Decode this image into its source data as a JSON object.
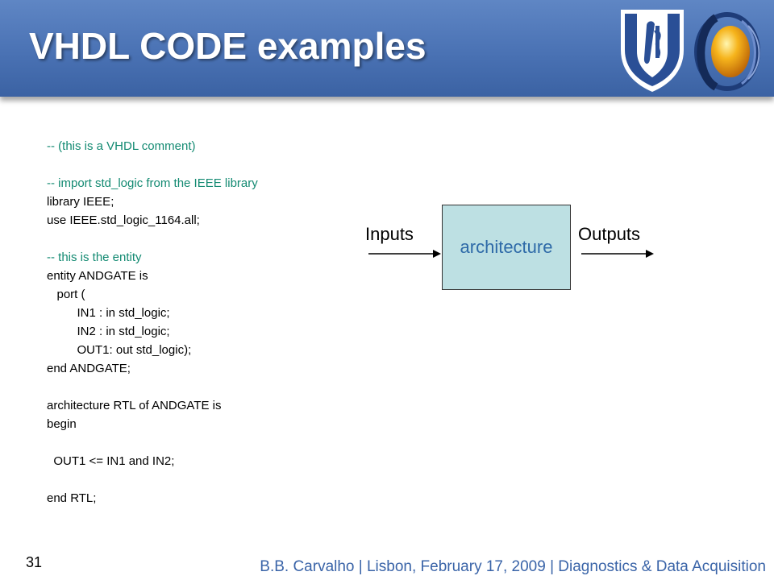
{
  "slide": {
    "title": "VHDL CODE examples",
    "number": "31",
    "footer": "B.B. Carvalho | Lisbon, February 17, 2009 | Diagnostics & Data Acquisition"
  },
  "code_lines": [
    {
      "text": "-- (this is a VHDL comment)",
      "type": "comment"
    },
    {
      "text": "",
      "type": "blank"
    },
    {
      "text": "-- import std_logic from the IEEE library",
      "type": "comment"
    },
    {
      "text": "library IEEE;",
      "type": "code"
    },
    {
      "text": "use IEEE.std_logic_1164.all;",
      "type": "code"
    },
    {
      "text": "",
      "type": "blank"
    },
    {
      "text": "-- this is the entity",
      "type": "comment"
    },
    {
      "text": "entity ANDGATE is",
      "type": "code"
    },
    {
      "text": "   port (",
      "type": "code"
    },
    {
      "text": "         IN1 : in std_logic;",
      "type": "code"
    },
    {
      "text": "         IN2 : in std_logic;",
      "type": "code"
    },
    {
      "text": "         OUT1: out std_logic);",
      "type": "code"
    },
    {
      "text": "end ANDGATE;",
      "type": "code"
    },
    {
      "text": "",
      "type": "blank"
    },
    {
      "text": "architecture RTL of ANDGATE is",
      "type": "code"
    },
    {
      "text": "begin",
      "type": "code"
    },
    {
      "text": "",
      "type": "blank"
    },
    {
      "text": "  OUT1 <= IN1 and IN2;",
      "type": "code"
    },
    {
      "text": "",
      "type": "blank"
    },
    {
      "text": "end RTL;",
      "type": "code"
    }
  ],
  "diagram": {
    "box_label": "architecture",
    "inputs_label": "Inputs",
    "outputs_label": "Outputs"
  },
  "colors": {
    "header": "#4a72b4",
    "comment": "#138a72",
    "box_fill": "#bde0e3",
    "box_text": "#2e6aa8",
    "footer_text": "#3a64a8"
  },
  "icons": [
    "ist-shield-logo-icon",
    "ipfn-ring-logo-icon",
    "arrow-right-icon"
  ]
}
